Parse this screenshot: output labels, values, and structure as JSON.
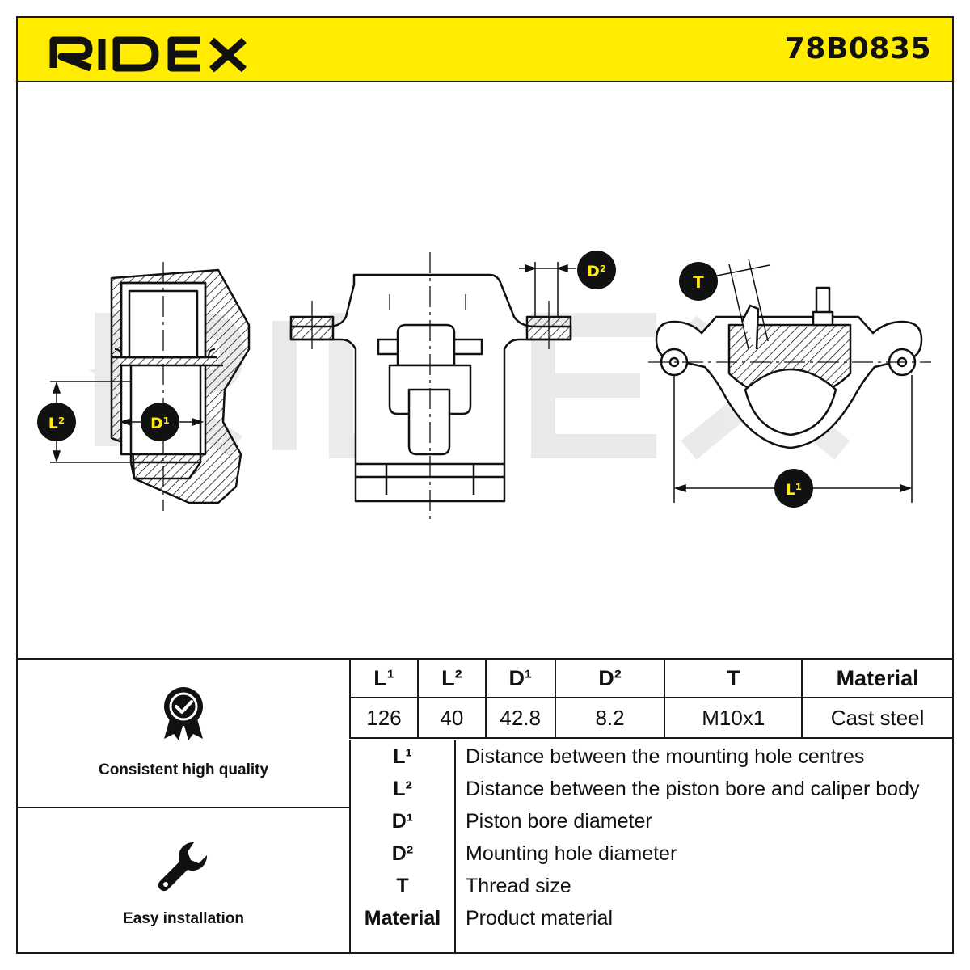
{
  "header": {
    "brand": "RIDEX",
    "part_number": "78B0835",
    "background": "#ffec00"
  },
  "drawing": {
    "watermark": "RIDEX",
    "callouts": {
      "l1": "L¹",
      "l2": "L²",
      "d1": "D¹",
      "d2": "D²",
      "t": "T"
    }
  },
  "features": [
    {
      "icon": "quality-badge-icon",
      "label": "Consistent high quality"
    },
    {
      "icon": "wrench-icon",
      "label": "Easy installation"
    }
  ],
  "spec_table": {
    "headers": [
      "L¹",
      "L²",
      "D¹",
      "D²",
      "T",
      "Material"
    ],
    "values": [
      "126",
      "40",
      "42.8",
      "8.2",
      "M10x1",
      "Cast steel"
    ]
  },
  "legend": [
    {
      "symbol": "L¹",
      "description": "Distance between the mounting hole centres"
    },
    {
      "symbol": "L²",
      "description": "Distance between the piston bore and caliper body"
    },
    {
      "symbol": "D¹",
      "description": "Piston bore diameter"
    },
    {
      "symbol": "D²",
      "description": "Mounting hole diameter"
    },
    {
      "symbol": "T",
      "description": "Thread size"
    },
    {
      "symbol": "Material",
      "description": "Product material"
    }
  ]
}
